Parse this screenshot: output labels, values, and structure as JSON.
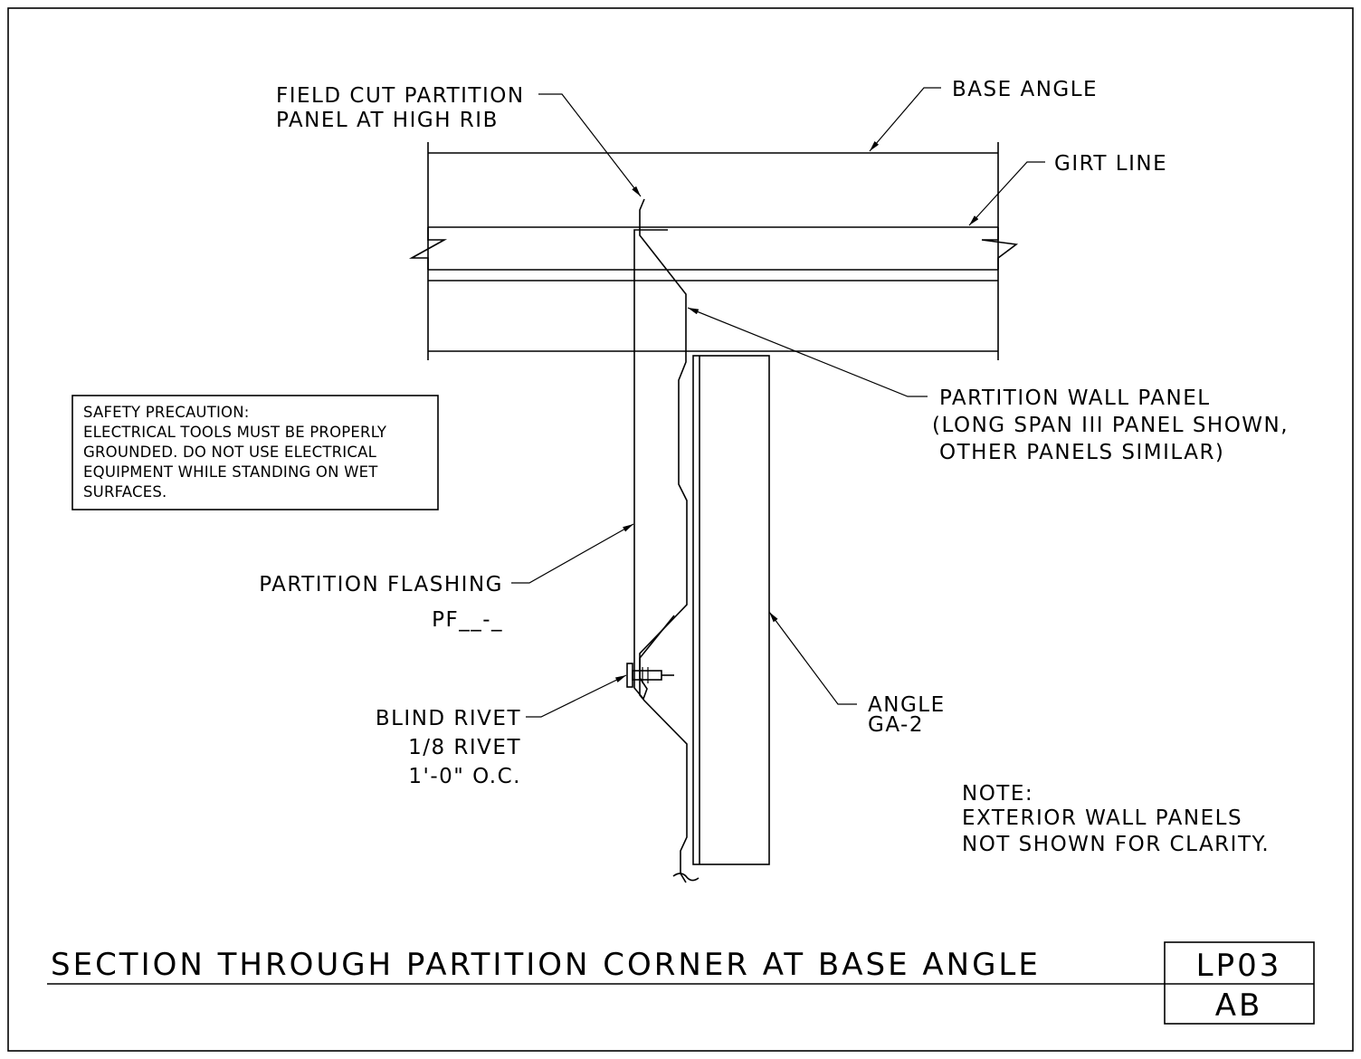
{
  "drawing": {
    "title": "SECTION THROUGH PARTITION CORNER AT BASE ANGLE",
    "detail_number": "LP03",
    "sheet_code": "AB"
  },
  "callouts": {
    "field_cut": [
      "FIELD CUT PARTITION",
      "PANEL AT HIGH RIB"
    ],
    "base_angle": "BASE ANGLE",
    "girt_line": "GIRT LINE",
    "partition_wall_panel": [
      "PARTITION WALL PANEL",
      "(LONG SPAN III PANEL SHOWN,",
      "OTHER PANELS SIMILAR)"
    ],
    "partition_flashing": [
      "PARTITION FLASHING",
      "PF__-_"
    ],
    "blind_rivet": [
      "BLIND RIVET",
      "1/8 RIVET",
      "1'-0\" O.C."
    ],
    "angle": [
      "ANGLE",
      "GA-2"
    ]
  },
  "notes": {
    "safety": [
      "SAFETY PRECAUTION:",
      "ELECTRICAL TOOLS MUST BE PROPERLY",
      "GROUNDED. DO NOT USE ELECTRICAL",
      "EQUIPMENT WHILE STANDING ON WET",
      "SURFACES."
    ],
    "general": [
      "NOTE:",
      "EXTERIOR WALL PANELS",
      "NOT SHOWN FOR CLARITY."
    ]
  }
}
